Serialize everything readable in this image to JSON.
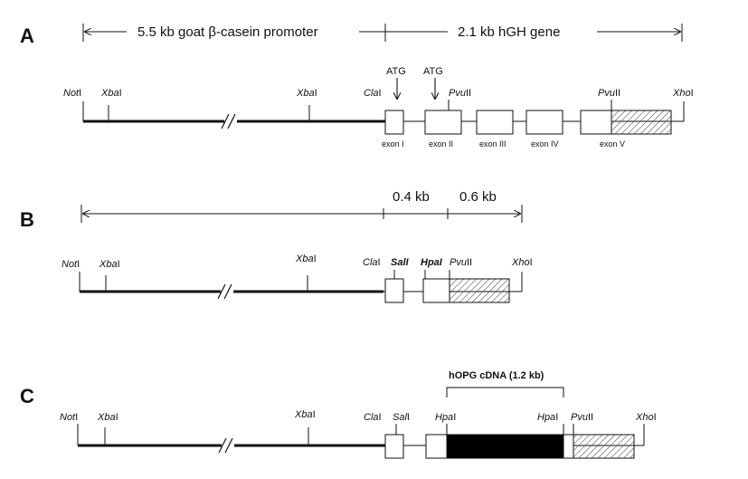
{
  "panels": {
    "a": {
      "label": "A",
      "promoter_label": "5.5 kb goat β-casein promoter",
      "gene_label": "2.1 kb hGH gene",
      "atg_1": "ATG",
      "atg_2": "ATG",
      "sites": [
        {
          "italic": "Not",
          "roman": "I"
        },
        {
          "italic": "Xba",
          "roman": "I"
        },
        {
          "italic": "Xba",
          "roman": "I"
        },
        {
          "italic": "Cla",
          "roman": "I"
        },
        {
          "italic": "Pvu",
          "roman": "II"
        },
        {
          "italic": "Pvu",
          "roman": "II"
        },
        {
          "italic": "Xho",
          "roman": "I"
        }
      ],
      "exons": [
        "exon I",
        "exon II",
        "exon III",
        "exon IV",
        "exon V"
      ]
    },
    "b": {
      "label": "B",
      "size_1": "0.4 kb",
      "size_2": "0.6 kb",
      "sites": [
        {
          "italic": "Not",
          "roman": "I"
        },
        {
          "italic": "Xba",
          "roman": "I"
        },
        {
          "italic": "Xba",
          "roman": "I"
        },
        {
          "italic": "Cla",
          "roman": "I"
        },
        {
          "italic": "Sal",
          "roman": "I"
        },
        {
          "italic": "Hpa",
          "roman": "I"
        },
        {
          "italic": "Pvu",
          "roman": "II"
        },
        {
          "italic": "Xho",
          "roman": "I"
        }
      ]
    },
    "c": {
      "label": "C",
      "cdna_label": "hOPG cDNA (1.2 kb)",
      "sites": [
        {
          "italic": "Not",
          "roman": "I"
        },
        {
          "italic": "Xba",
          "roman": "I"
        },
        {
          "italic": "Xba",
          "roman": "I"
        },
        {
          "italic": "Cla",
          "roman": "I"
        },
        {
          "italic": "Sal",
          "roman": "I"
        },
        {
          "italic": "Hpa",
          "roman": "I"
        },
        {
          "italic": "Hpa",
          "roman": "I"
        },
        {
          "italic": "Pvu",
          "roman": "II"
        },
        {
          "italic": "Xho",
          "roman": "I"
        }
      ]
    }
  },
  "colors": {
    "line": "#111111",
    "cdna_fill": "#000000",
    "hatch": "#555555"
  }
}
